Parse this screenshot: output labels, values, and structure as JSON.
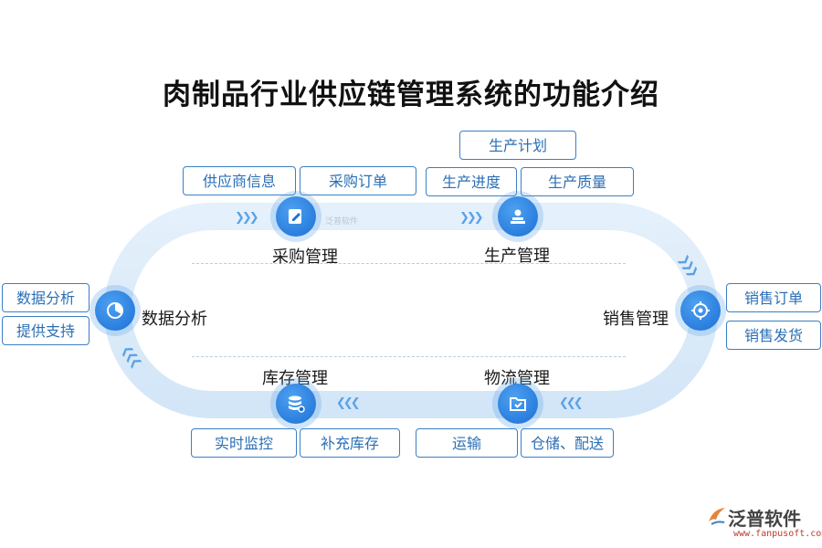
{
  "title": "肉制品行业供应链管理系统的功能介绍",
  "colors": {
    "loop": "#d6e8f8",
    "node": "#1b6fd6",
    "tag_border": "#3a7fc4",
    "tag_text": "#2b6fb5",
    "arrow": "#5aa2e8"
  },
  "nodes": {
    "procurement": {
      "label": "采购管理",
      "icon": "edit-icon",
      "tags": [
        "供应商信息",
        "采购订单"
      ]
    },
    "production": {
      "label": "生产管理",
      "icon": "worker-icon",
      "tags": [
        "生产计划",
        "生产进度",
        "生产质量"
      ]
    },
    "sales": {
      "label": "销售管理",
      "icon": "target-icon",
      "tags": [
        "销售订单",
        "销售发货"
      ]
    },
    "logistics": {
      "label": "物流管理",
      "icon": "folder-check-icon",
      "tags": [
        "运输",
        "仓储、配送"
      ]
    },
    "inventory": {
      "label": "库存管理",
      "icon": "database-icon",
      "tags": [
        "实时监控",
        "补充库存"
      ]
    },
    "analysis": {
      "label": "数据分析",
      "icon": "pie-chart-icon",
      "tags": [
        "数据分析",
        "提供支持"
      ]
    }
  },
  "watermark_small": "泛普软件",
  "brand": {
    "name": "泛普软件",
    "url": "www.fanpusoft.com",
    "icon": "fanpu-logo-icon"
  }
}
